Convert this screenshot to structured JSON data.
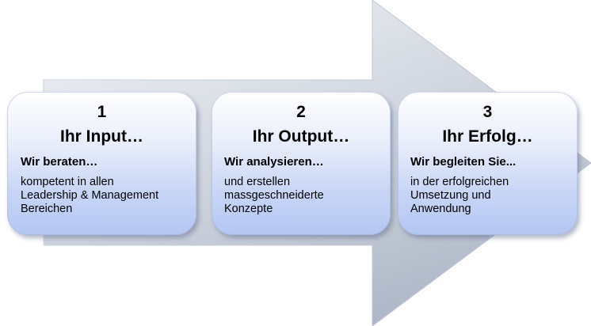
{
  "steps": [
    {
      "number": "1",
      "title": "Ihr Input…",
      "subtitle": "Wir beraten…",
      "description": [
        "kompetent in allen",
        "Leadership & Management",
        "Bereichen"
      ]
    },
    {
      "number": "2",
      "title": "Ihr Output…",
      "subtitle": "Wir analysieren…",
      "description": [
        "und erstellen",
        "massgeschneiderte",
        "Konzepte"
      ]
    },
    {
      "number": "3",
      "title": "Ihr Erfolg…",
      "subtitle": "Wir begleiten Sie...",
      "description": [
        "in der erfolgreichen",
        "Umsetzung und",
        "Anwendung"
      ]
    }
  ],
  "colors": {
    "arrow_light": "#e6e9ef",
    "arrow_dark": "#9aa6b8",
    "card_top": "#ffffff",
    "card_bottom": "#b3c6f2"
  }
}
